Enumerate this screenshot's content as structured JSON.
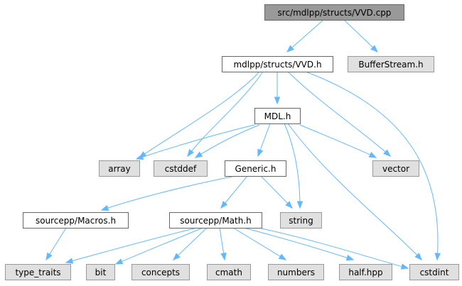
{
  "graph": {
    "edge_color": "#63b8ff",
    "nodes": [
      {
        "id": "vvd_cpp",
        "label": "src/mdlpp/structs/VVD.cpp",
        "kind": "root"
      },
      {
        "id": "vvd_h",
        "label": "mdlpp/structs/VVD.h",
        "kind": "internal"
      },
      {
        "id": "bufferstream_h",
        "label": "BufferStream.h",
        "kind": "external"
      },
      {
        "id": "mdl_h",
        "label": "MDL.h",
        "kind": "internal"
      },
      {
        "id": "array",
        "label": "array",
        "kind": "external"
      },
      {
        "id": "cstddef",
        "label": "cstddef",
        "kind": "external"
      },
      {
        "id": "generic_h",
        "label": "Generic.h",
        "kind": "internal"
      },
      {
        "id": "vector",
        "label": "vector",
        "kind": "external"
      },
      {
        "id": "macros_h",
        "label": "sourcepp/Macros.h",
        "kind": "internal"
      },
      {
        "id": "math_h",
        "label": "sourcepp/Math.h",
        "kind": "internal"
      },
      {
        "id": "string",
        "label": "string",
        "kind": "external"
      },
      {
        "id": "type_traits",
        "label": "type_traits",
        "kind": "external"
      },
      {
        "id": "bit",
        "label": "bit",
        "kind": "external"
      },
      {
        "id": "concepts",
        "label": "concepts",
        "kind": "external"
      },
      {
        "id": "cmath",
        "label": "cmath",
        "kind": "external"
      },
      {
        "id": "numbers",
        "label": "numbers",
        "kind": "external"
      },
      {
        "id": "half_hpp",
        "label": "half.hpp",
        "kind": "external"
      },
      {
        "id": "cstdint",
        "label": "cstdint",
        "kind": "external"
      }
    ],
    "edges": [
      {
        "from": "vvd_cpp",
        "to": "vvd_h"
      },
      {
        "from": "vvd_cpp",
        "to": "bufferstream_h"
      },
      {
        "from": "vvd_h",
        "to": "mdl_h"
      },
      {
        "from": "vvd_h",
        "to": "array"
      },
      {
        "from": "vvd_h",
        "to": "cstddef"
      },
      {
        "from": "vvd_h",
        "to": "vector"
      },
      {
        "from": "vvd_h",
        "to": "cstdint"
      },
      {
        "from": "mdl_h",
        "to": "array"
      },
      {
        "from": "mdl_h",
        "to": "cstddef"
      },
      {
        "from": "mdl_h",
        "to": "generic_h"
      },
      {
        "from": "mdl_h",
        "to": "vector"
      },
      {
        "from": "mdl_h",
        "to": "string"
      },
      {
        "from": "mdl_h",
        "to": "cstdint"
      },
      {
        "from": "generic_h",
        "to": "macros_h"
      },
      {
        "from": "generic_h",
        "to": "math_h"
      },
      {
        "from": "generic_h",
        "to": "string"
      },
      {
        "from": "macros_h",
        "to": "type_traits"
      },
      {
        "from": "math_h",
        "to": "type_traits"
      },
      {
        "from": "math_h",
        "to": "bit"
      },
      {
        "from": "math_h",
        "to": "concepts"
      },
      {
        "from": "math_h",
        "to": "cmath"
      },
      {
        "from": "math_h",
        "to": "numbers"
      },
      {
        "from": "math_h",
        "to": "half_hpp"
      },
      {
        "from": "math_h",
        "to": "cstdint"
      }
    ]
  }
}
